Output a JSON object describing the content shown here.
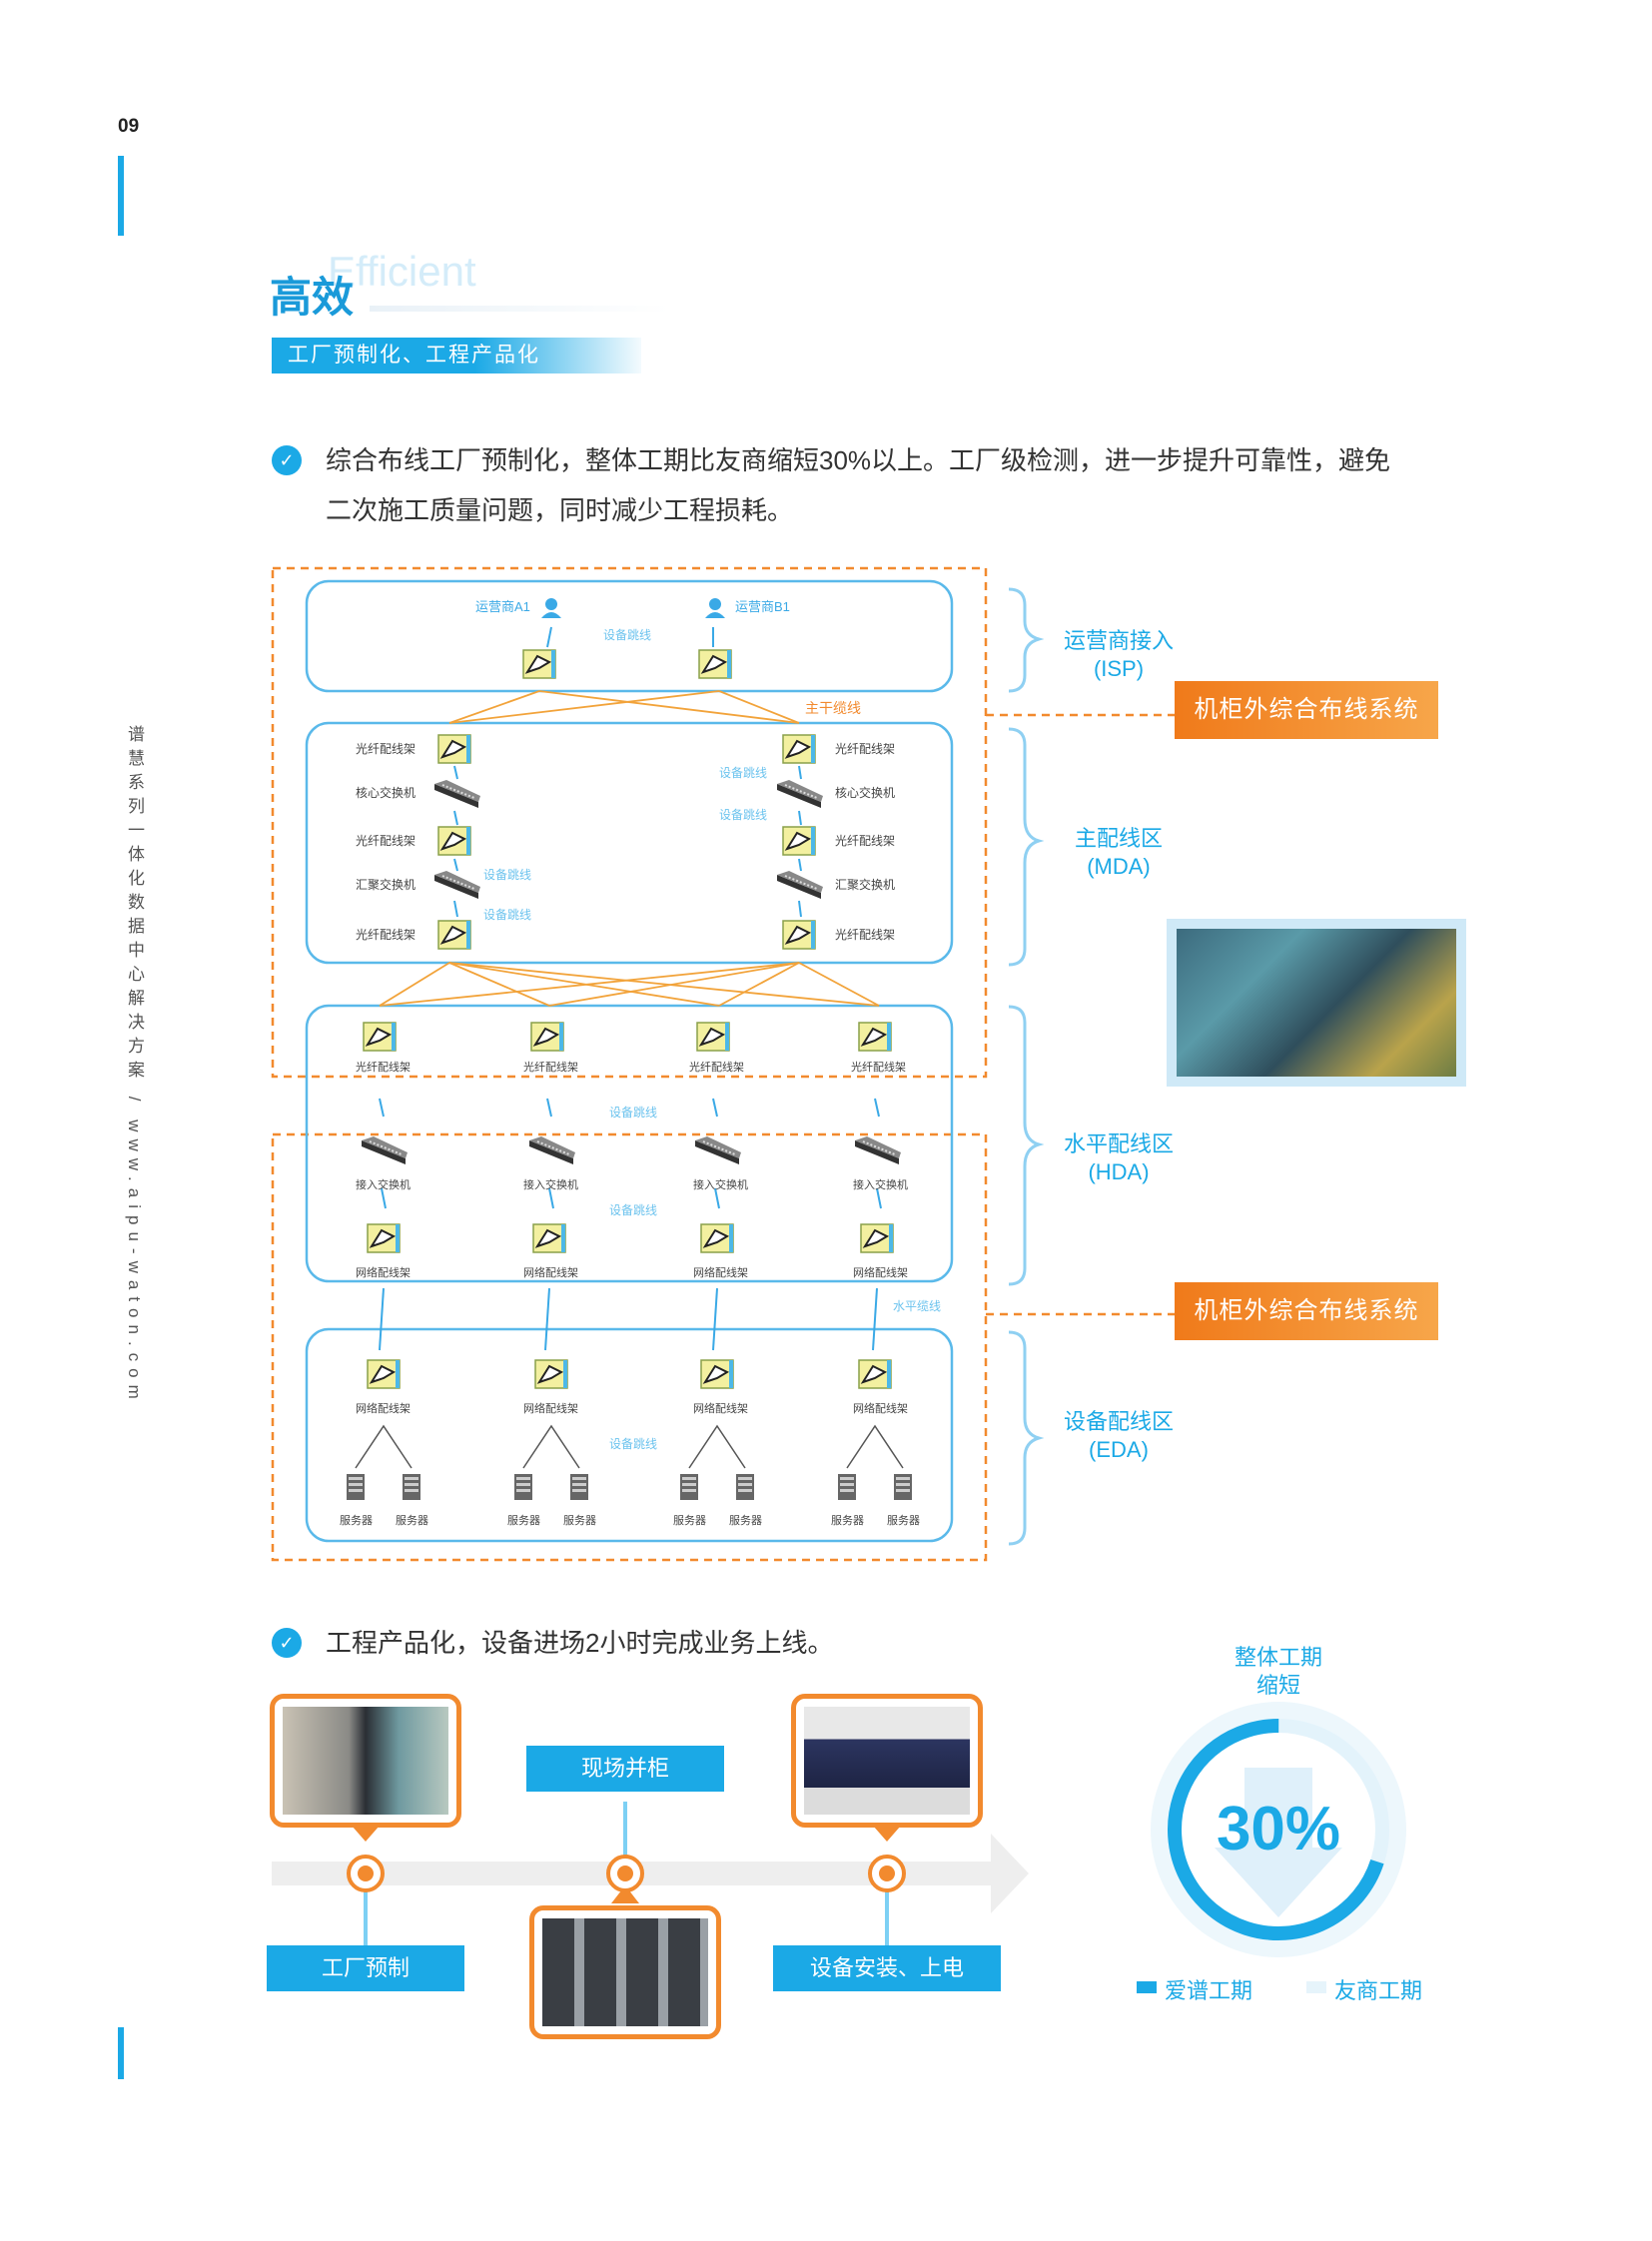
{
  "page": {
    "number": "09",
    "sidebar": "谱慧系列一体化数据中心解决方案 / www.aipu-waton.com"
  },
  "header": {
    "title": "高效",
    "title_bg": "Efficient",
    "subtitle": "工厂预制化、工程产品化"
  },
  "points": [
    {
      "line1": "综合布线工厂预制化，整体工期比友商缩短30%以上。工厂级检测，进一步提升可靠性，避免",
      "line2": "二次施工质量问题，同时减少工程损耗。"
    },
    {
      "line1": "工程产品化，设备进场2小时完成业务上线。"
    }
  ],
  "diagram": {
    "isp": {
      "carrier_a": "运营商A1",
      "carrier_b": "运营商B1",
      "patch": "设备跳线"
    },
    "backbone": "主干缆线",
    "mda": {
      "rows": [
        "光纤配线架",
        "核心交换机",
        "光纤配线架",
        "汇聚交换机",
        "光纤配线架"
      ],
      "patch": "设备跳线"
    },
    "hda": {
      "top": "光纤配线架",
      "switch": "接入交换机",
      "panel": "网络配线架",
      "patch": "设备跳线"
    },
    "horizontal": "水平缆线",
    "eda": {
      "panel": "网络配线架",
      "server": "服务器",
      "patch": "设备跳线"
    },
    "zones": [
      {
        "name": "运营商接入",
        "code": "(ISP)"
      },
      {
        "name": "主配线区",
        "code": "(MDA)"
      },
      {
        "name": "水平配线区",
        "code": "(HDA)"
      },
      {
        "name": "设备配线区",
        "code": "(EDA)"
      }
    ],
    "tags": [
      "机柜外综合布线系统",
      "机柜外综合布线系统"
    ]
  },
  "timeline": {
    "steps": [
      "工厂预制",
      "现场并柜",
      "设备安装、上电"
    ]
  },
  "gauge": {
    "title_line1": "整体工期",
    "title_line2": "缩短",
    "value": "30%",
    "reduction_fraction": 0.3,
    "legend": [
      {
        "label": "爱谱工期",
        "color": "#1ba9e6"
      },
      {
        "label": "友商工期",
        "color": "#e6f4fb"
      }
    ]
  }
}
